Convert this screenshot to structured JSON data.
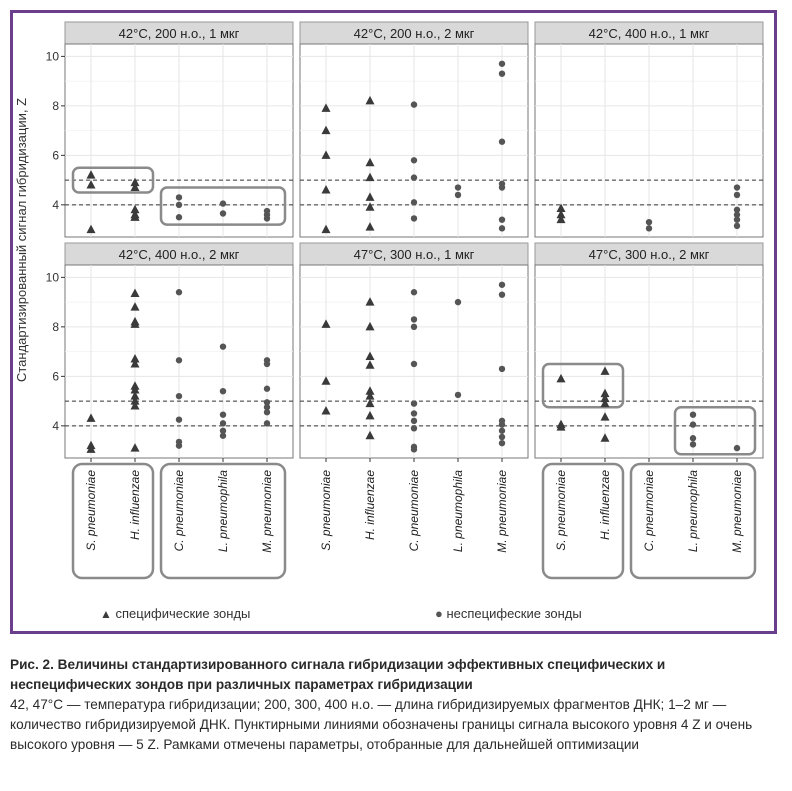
{
  "figure": {
    "ylabel": "Стандартизированный сигнал гибридизации, Z",
    "legend": {
      "specific": "специфические зонды",
      "nonspecific": "неспецифеские зонды"
    },
    "caption": {
      "title": "Рис. 2. Величины стандартизированного сигнала гибридизации эффективных специфических и неспецифических зондов при различных параметрах гибридизации",
      "body": "42, 47°C — температура гибридизации; 200, 300, 400 н.о. — длина гибридизируемых фрагментов ДНК; 1–2 мг — количество гибридизируемой ДНК. Пунктирными линиями обозначены границы сигнала высокого уровня 4 Z и очень высокого уровня — 5 Z. Рамками отмечены параметры, отобранные для дальнейшей оптимизации"
    },
    "colors": {
      "frame": "#6a3e8c",
      "strip": "#d9d9d9",
      "point": "#3a3a3a",
      "box": "#8a8a8a",
      "grid": "#e6e6e6"
    }
  },
  "chart_data": {
    "type": "scatter",
    "layout": "facet grid 2 rows x 3 columns",
    "categories": [
      "S. pneumoniae",
      "H. influenzae",
      "C. pneumoniae",
      "L. pneumophila",
      "M. pneumoniae"
    ],
    "ylim": [
      2.7,
      10.5
    ],
    "yticks": [
      4,
      6,
      8,
      10
    ],
    "reference_lines": [
      4,
      5
    ],
    "marker_types": {
      "specific": "triangle",
      "nonspecific": "dot"
    },
    "panels": [
      {
        "title": "42°C, 200 н.о., 1 мкг",
        "series": [
          {
            "category": "S. pneumoniae",
            "type": "specific",
            "values": [
              5.2,
              4.8,
              3.0
            ]
          },
          {
            "category": "H. influenzae",
            "type": "specific",
            "values": [
              4.9,
              4.7,
              3.8,
              3.6,
              3.5,
              3.5
            ]
          },
          {
            "category": "C. pneumoniae",
            "type": "nonspecific",
            "values": [
              4.3,
              4.0,
              3.5
            ]
          },
          {
            "category": "L. pneumophila",
            "type": "nonspecific",
            "values": [
              4.05,
              3.65
            ]
          },
          {
            "category": "M. pneumoniae",
            "type": "nonspecific",
            "values": [
              3.75,
              3.6,
              3.45
            ]
          }
        ],
        "boxes": [
          {
            "categories": [
              "S. pneumoniae",
              "H. influenzae"
            ],
            "range": [
              4.5,
              5.5
            ]
          },
          {
            "categories": [
              "C. pneumoniae",
              "M. pneumoniae"
            ],
            "range": [
              3.2,
              4.7
            ]
          }
        ]
      },
      {
        "title": "42°C, 200 н.о., 2 мкг",
        "series": [
          {
            "category": "S. pneumoniae",
            "type": "specific",
            "values": [
              7.9,
              7.0,
              6.0,
              4.6,
              3.0
            ]
          },
          {
            "category": "H. influenzae",
            "type": "specific",
            "values": [
              8.2,
              5.7,
              5.1,
              4.3,
              3.9,
              3.1
            ]
          },
          {
            "category": "C. pneumoniae",
            "type": "nonspecific",
            "values": [
              8.05,
              5.8,
              5.1,
              4.1,
              3.45
            ]
          },
          {
            "category": "L. pneumophila",
            "type": "nonspecific",
            "values": [
              4.7,
              4.4
            ]
          },
          {
            "category": "M. pneumoniae",
            "type": "nonspecific",
            "values": [
              9.7,
              9.3,
              6.55,
              4.85,
              4.7,
              3.4,
              3.05
            ]
          }
        ],
        "boxes": []
      },
      {
        "title": "42°C, 400 н.о., 1 мкг",
        "series": [
          {
            "category": "S. pneumoniae",
            "type": "specific",
            "values": [
              3.85,
              3.6,
              3.4
            ]
          },
          {
            "category": "H. influenzae",
            "type": "specific",
            "values": []
          },
          {
            "category": "C. pneumoniae",
            "type": "nonspecific",
            "values": [
              3.3,
              3.05
            ]
          },
          {
            "category": "L. pneumophila",
            "type": "nonspecific",
            "values": []
          },
          {
            "category": "M. pneumoniae",
            "type": "nonspecific",
            "values": [
              4.7,
              4.4,
              3.8,
              3.6,
              3.4,
              3.15
            ]
          }
        ],
        "boxes": []
      },
      {
        "title": "42°C, 400 н.о., 2 мкг",
        "series": [
          {
            "category": "S. pneumoniae",
            "type": "specific",
            "values": [
              4.3,
              3.2,
              3.05
            ]
          },
          {
            "category": "H. influenzae",
            "type": "specific",
            "values": [
              9.35,
              8.8,
              8.2,
              8.1,
              6.7,
              6.5,
              5.6,
              5.45,
              5.2,
              5.0,
              4.8,
              3.1
            ]
          },
          {
            "category": "C. pneumoniae",
            "type": "nonspecific",
            "values": [
              9.4,
              6.65,
              5.2,
              4.25,
              3.35,
              3.2
            ]
          },
          {
            "category": "L. pneumophila",
            "type": "nonspecific",
            "values": [
              7.2,
              5.4,
              4.45,
              4.1,
              3.8,
              3.6
            ]
          },
          {
            "category": "M. pneumoniae",
            "type": "nonspecific",
            "values": [
              6.65,
              6.5,
              5.5,
              4.95,
              4.75,
              4.55,
              4.1
            ]
          }
        ],
        "boxes": []
      },
      {
        "title": "47°C, 300 н.о., 1 мкг",
        "series": [
          {
            "category": "S. pneumoniae",
            "type": "specific",
            "values": [
              8.1,
              5.8,
              4.6
            ]
          },
          {
            "category": "H. influenzae",
            "type": "specific",
            "values": [
              9.0,
              8.0,
              6.8,
              6.45,
              5.4,
              5.2,
              4.9,
              4.4,
              3.6
            ]
          },
          {
            "category": "C. pneumoniae",
            "type": "nonspecific",
            "values": [
              9.4,
              8.3,
              8.0,
              6.5,
              4.9,
              4.5,
              4.2,
              3.9,
              3.15,
              3.05
            ]
          },
          {
            "category": "L. pneumophila",
            "type": "nonspecific",
            "values": [
              9.0,
              5.25
            ]
          },
          {
            "category": "M. pneumoniae",
            "type": "nonspecific",
            "values": [
              9.7,
              9.3,
              6.3,
              4.2,
              4.05,
              3.8,
              3.55,
              3.3
            ]
          }
        ],
        "boxes": []
      },
      {
        "title": "47°C, 300 н.о., 2 мкг",
        "series": [
          {
            "category": "S. pneumoniae",
            "type": "specific",
            "values": [
              5.9,
              4.05,
              3.95
            ]
          },
          {
            "category": "H. influenzae",
            "type": "specific",
            "values": [
              6.2,
              5.3,
              5.1,
              4.9,
              4.35,
              3.5
            ]
          },
          {
            "category": "C. pneumoniae",
            "type": "nonspecific",
            "values": []
          },
          {
            "category": "L. pneumophila",
            "type": "nonspecific",
            "values": [
              4.45,
              4.05,
              3.5,
              3.25
            ]
          },
          {
            "category": "M. pneumoniae",
            "type": "nonspecific",
            "values": [
              3.1
            ]
          }
        ],
        "boxes": [
          {
            "categories": [
              "S. pneumoniae",
              "H. influenzae"
            ],
            "range": [
              4.75,
              6.5
            ]
          },
          {
            "categories": [
              "L. pneumophila",
              "M. pneumoniae"
            ],
            "range": [
              2.85,
              4.75
            ]
          }
        ]
      }
    ],
    "xlabel_boxes": [
      {
        "column": 1,
        "categories": [
          "S. pneumoniae",
          "H. influenzae"
        ]
      },
      {
        "column": 1,
        "categories": [
          "C. pneumoniae",
          "L. pneumophila",
          "M. pneumoniae"
        ]
      },
      {
        "column": 3,
        "categories": [
          "S. pneumoniae",
          "H. influenzae"
        ]
      },
      {
        "column": 3,
        "categories": [
          "C. pneumoniae",
          "L. pneumophila",
          "M. pneumoniae"
        ]
      }
    ]
  }
}
